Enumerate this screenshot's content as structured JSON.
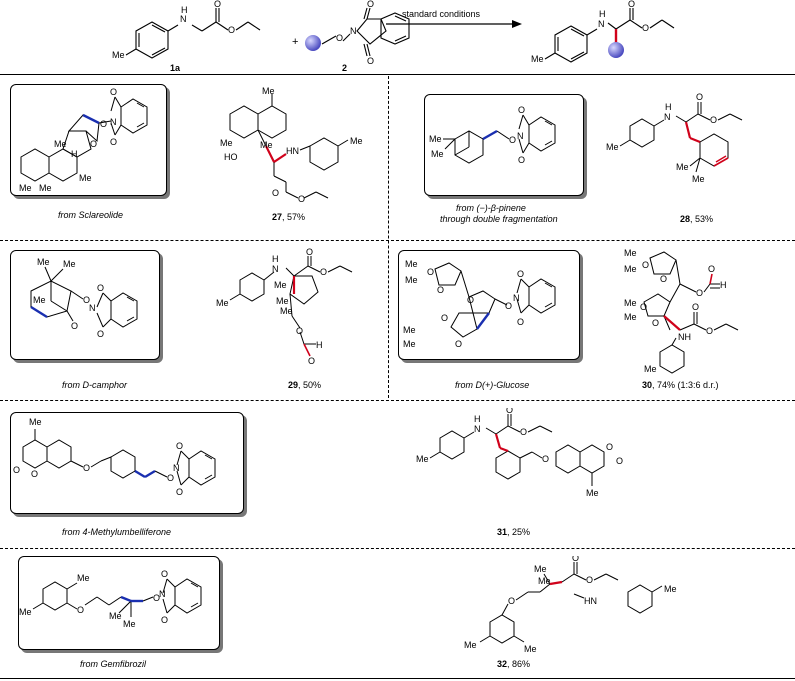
{
  "scheme": {
    "reactant1_label": "1a",
    "reactant2_label": "2",
    "plus": "+",
    "conditions": "standard conditions"
  },
  "entries": [
    {
      "source": "from Sclareolide",
      "compound": "27",
      "yield": ", 57%"
    },
    {
      "source_line1": "from (−)-β-pinene",
      "source_line2": "through double fragmentation",
      "compound": "28",
      "yield": ", 53%"
    },
    {
      "source": "from D-camphor",
      "compound": "29",
      "yield": ", 50%"
    },
    {
      "source": "from D(+)-Glucose",
      "compound": "30",
      "yield": ", 74% (1:3:6 d.r.)"
    },
    {
      "source": "from 4-Methylumbelliferone",
      "compound": "31",
      "yield": ", 25%"
    },
    {
      "source": "from Gemfibrozil",
      "compound": "32",
      "yield": ", 86%"
    }
  ],
  "atoms": {
    "H": "H",
    "N": "N",
    "O": "O",
    "Me": "Me",
    "HN": "HN",
    "NH": "NH",
    "HO": "HO"
  },
  "colors": {
    "new_bond_red": "#d0021b",
    "alkyl_blue": "#1a2fb0",
    "sphere": "#6f6fd8"
  }
}
